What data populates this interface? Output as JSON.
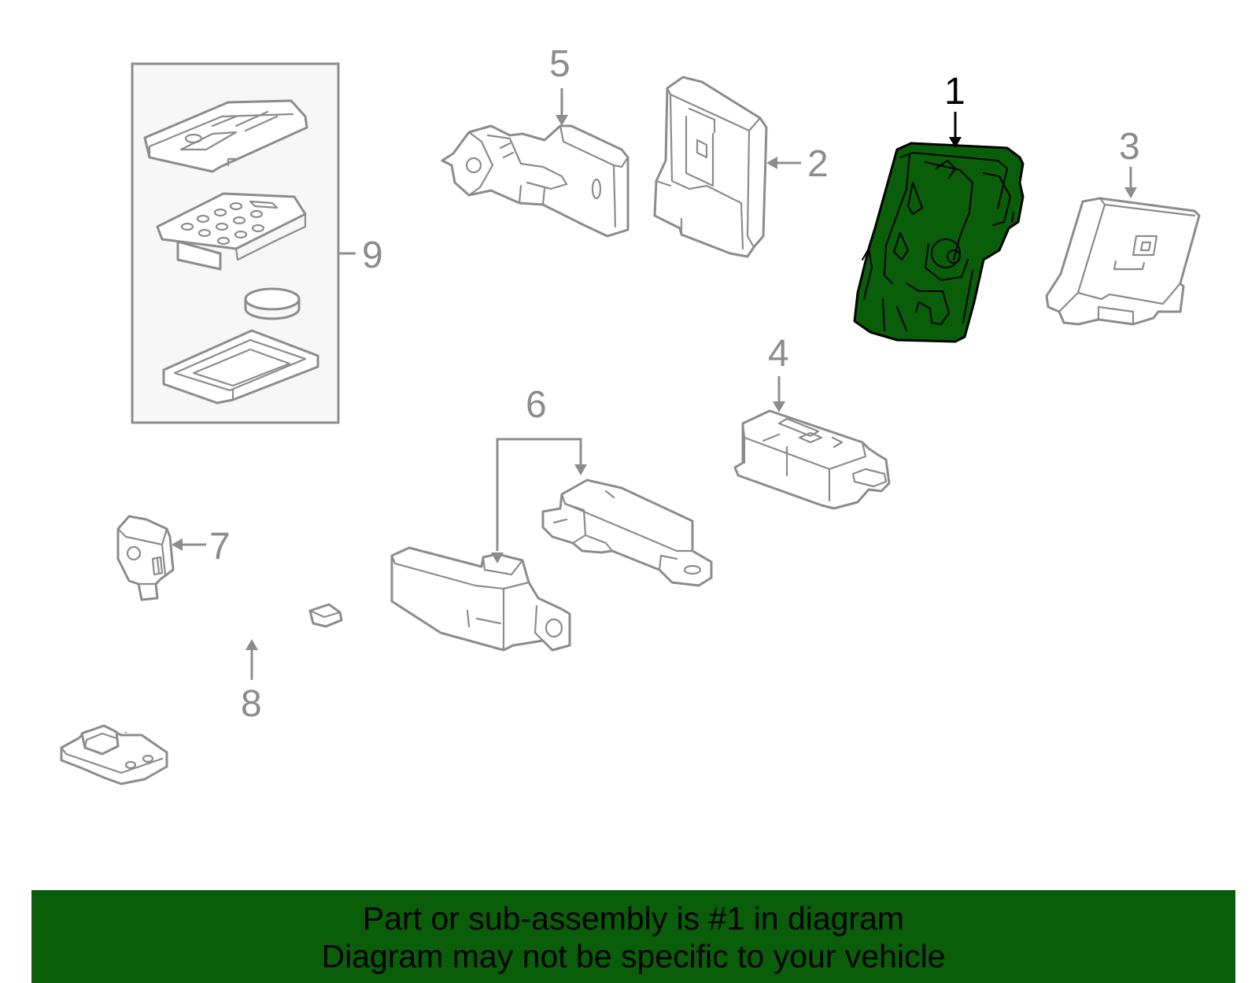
{
  "diagram": {
    "callouts": {
      "c1": "1",
      "c2": "2",
      "c3": "3",
      "c4": "4",
      "c5": "5",
      "c6": "6",
      "c7": "7",
      "c8": "8",
      "c9": "9"
    },
    "highlighted_part": "1",
    "colors": {
      "highlight_fill": "#0a5e0a",
      "line_gray": "#8c8c8c",
      "banner_bg": "#0a5e0a",
      "banner_text": "#000000"
    }
  },
  "banner": {
    "line1": "Part or sub-assembly is #1 in diagram",
    "line2": "Diagram may not be specific to your vehicle"
  }
}
